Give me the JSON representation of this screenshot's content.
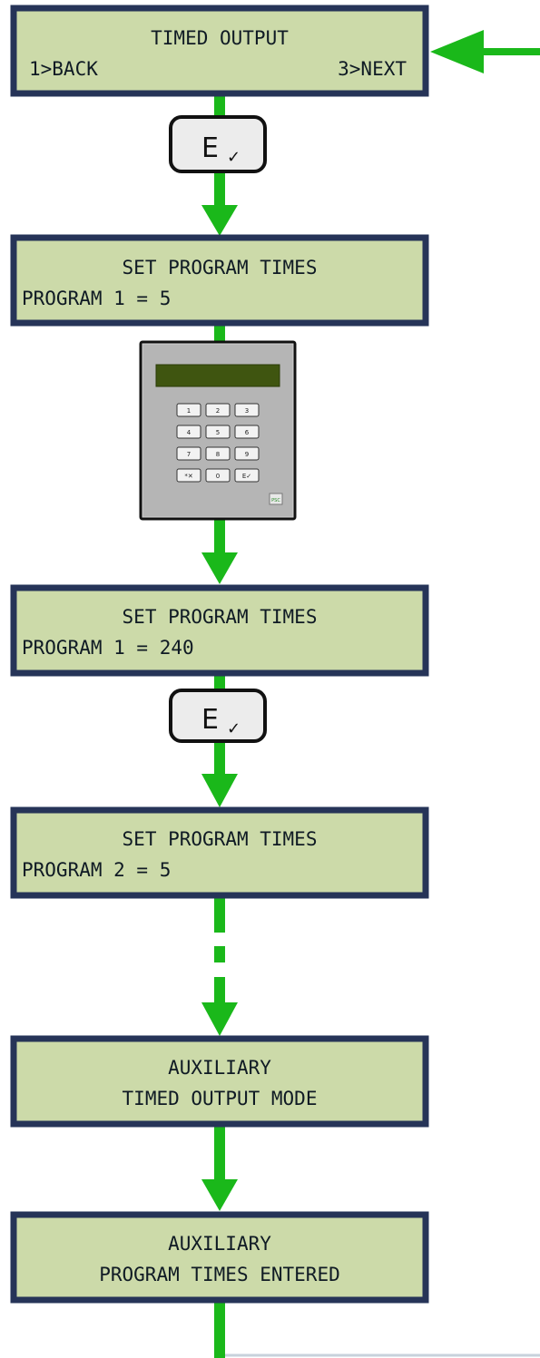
{
  "colors": {
    "lcd_fill": "#ccdaa9",
    "lcd_border": "#263458",
    "flow_line": "#1ab81a",
    "return_line": "#c8d2dc",
    "keypad_body": "#b5b5b5",
    "keypad_display": "#3f5510"
  },
  "screens": [
    {
      "line1": "TIMED OUTPUT",
      "line2_left": "1>BACK",
      "line2_right": "3>NEXT"
    },
    {
      "line1": "SET PROGRAM TIMES",
      "line2_left": "PROGRAM 1 = 5"
    },
    {
      "line1": "SET PROGRAM TIMES",
      "line2_left": "PROGRAM 1 = 240"
    },
    {
      "line1": "SET PROGRAM TIMES",
      "line2_left": "PROGRAM 2 = 5"
    },
    {
      "line1": "AUXILIARY",
      "line2_center": "TIMED OUTPUT MODE"
    },
    {
      "line1": "AUXILIARY",
      "line2_center": "PROGRAM TIMES ENTERED"
    }
  ],
  "enter_key": {
    "letter": "E",
    "check": "✓"
  },
  "keypad": {
    "keys": [
      [
        "1",
        "2",
        "3"
      ],
      [
        "4",
        "5",
        "6"
      ],
      [
        "7",
        "8",
        "9"
      ],
      [
        "*✕",
        "0",
        "E✓"
      ]
    ],
    "corner_label": "PSC"
  }
}
